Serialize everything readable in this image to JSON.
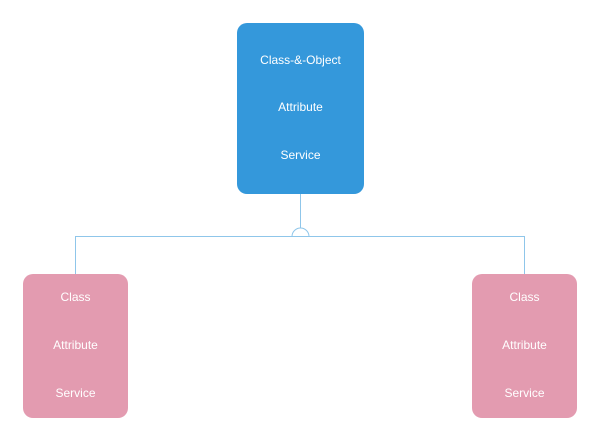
{
  "colors": {
    "parent_fill": "#3498db",
    "child_fill": "#e39bb0",
    "connector": "#8fc6ea",
    "text": "#ffffff"
  },
  "diagram": {
    "parent": {
      "lines": [
        "Class-&-Object",
        "Attribute",
        "Service"
      ]
    },
    "children": [
      {
        "lines": [
          "Class",
          "Attribute",
          "Service"
        ]
      },
      {
        "lines": [
          "Class",
          "Attribute",
          "Service"
        ]
      }
    ],
    "connector_symbol": "generalization-semicircle"
  }
}
